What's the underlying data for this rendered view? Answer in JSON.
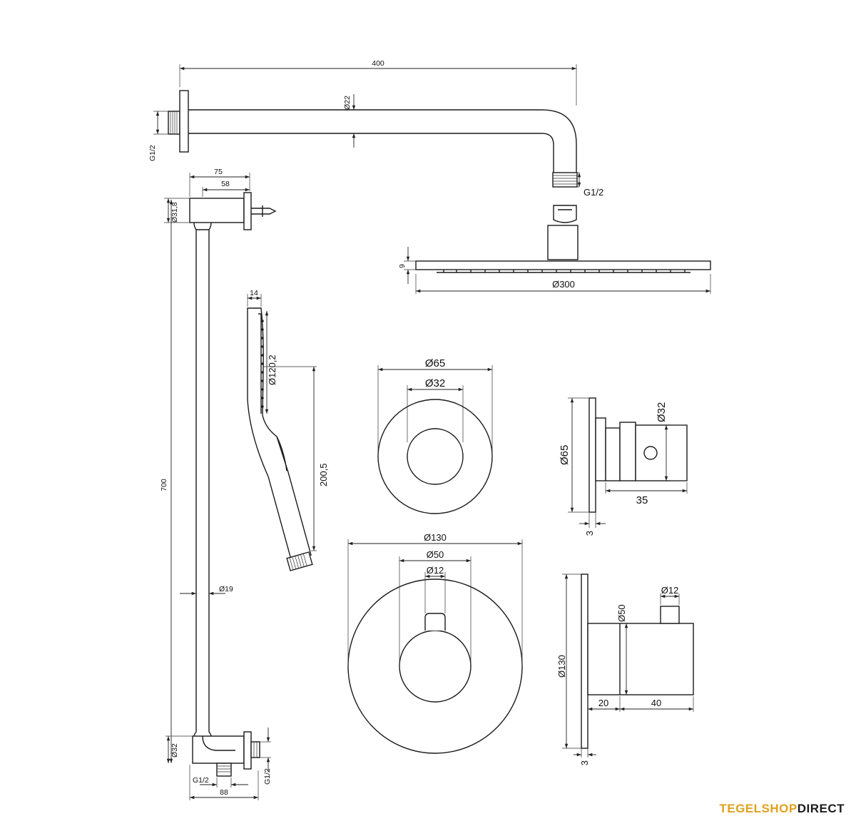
{
  "labels": {
    "arm_length": "400",
    "arm_diameter": "Ø22",
    "wall_thread": "G1/2",
    "arm_outlet_thread": "G1/2",
    "head_thickness": "9",
    "head_diameter": "Ø300",
    "bracket_depth_outer": "75",
    "bracket_depth_inner": "58",
    "bracket_top_diameter": "Ø31,8",
    "rail_length": "700",
    "rail_diameter": "Ø19",
    "bracket_bottom_diameter": "Ø32",
    "outlet_thread_left": "G1/2",
    "outlet_thread_right": "G1/2",
    "bottom_width": "88",
    "hand_thickness": "14",
    "hand_face_diameter": "Ø120,2",
    "hand_length": "200,5",
    "stop_rosette_diameter": "Ø65",
    "stop_knob_diameter": "Ø32",
    "stop_side_rosette": "Ø65",
    "stop_side_knob": "Ø32",
    "stop_side_depth": "35",
    "stop_side_plate": "3",
    "thermo_rosette_diameter": "Ø130",
    "thermo_body_diameter": "Ø50",
    "thermo_spindle_diameter": "Ø12",
    "thermo_side_spindle": "Ø12",
    "thermo_side_body": "Ø50",
    "thermo_side_rosette": "Ø130",
    "thermo_side_depth_a": "20",
    "thermo_side_depth_b": "40",
    "thermo_side_plate": "3"
  },
  "brand": {
    "part1": "TEGELSHOP",
    "part2": "DIRECT"
  },
  "colors": {
    "line": "#1a1a1a",
    "brand_accent": "#e0a21e",
    "brand_dark": "#1c1c1c"
  }
}
